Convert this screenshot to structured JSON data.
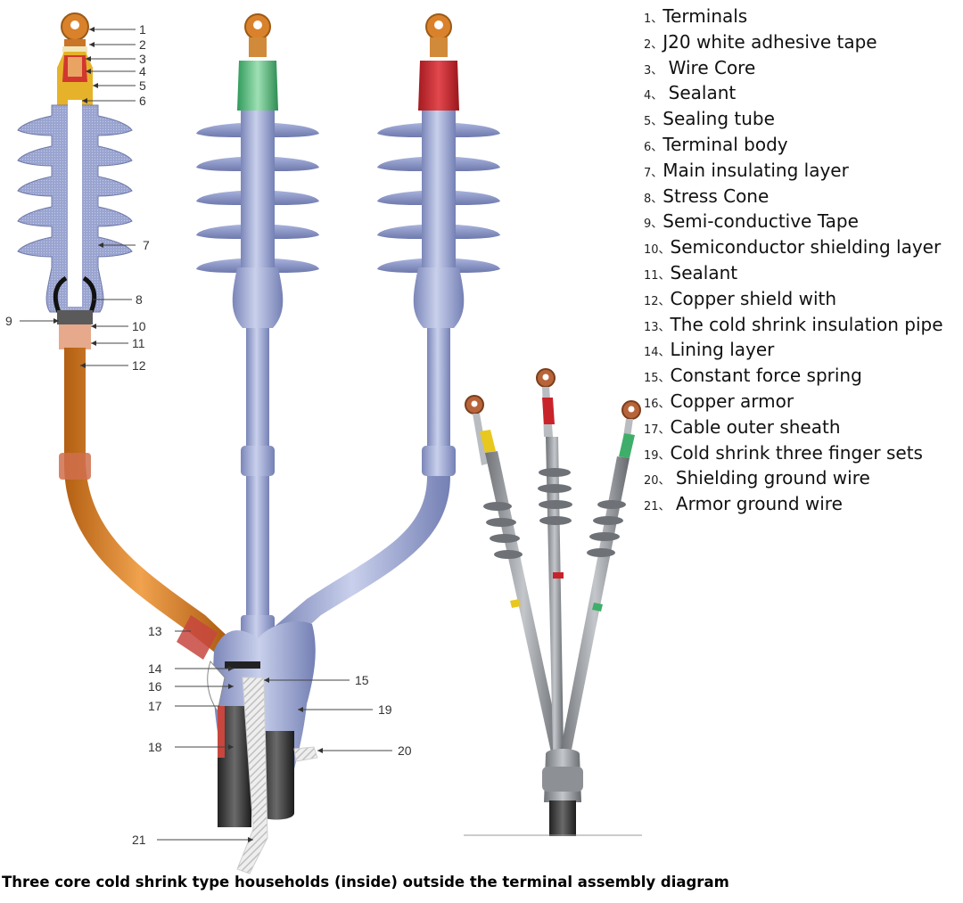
{
  "legend": [
    {
      "num": "1、",
      "text": "Terminals"
    },
    {
      "num": "2、",
      "text": "J20 white adhesive tape"
    },
    {
      "num": "3、",
      "text": " Wire Core"
    },
    {
      "num": "4、",
      "text": " Sealant"
    },
    {
      "num": "5、",
      "text": "Sealing tube"
    },
    {
      "num": "6、",
      "text": "Terminal body"
    },
    {
      "num": "7、",
      "text": "Main insulating layer"
    },
    {
      "num": "8、",
      "text": "Stress Cone"
    },
    {
      "num": "9、",
      "text": "Semi-conductive Tape"
    },
    {
      "num": "10、",
      "text": "Semiconductor shielding layer"
    },
    {
      "num": "11、",
      "text": "Sealant"
    },
    {
      "num": "12、",
      "text": "Copper shield with"
    },
    {
      "num": "13、",
      "text": "The cold shrink insulation pipe"
    },
    {
      "num": "14、",
      "text": "Lining layer"
    },
    {
      "num": "15、",
      "text": "Constant force spring"
    },
    {
      "num": "16、",
      "text": "Copper armor"
    },
    {
      "num": "17、",
      "text": "Cable outer sheath"
    },
    {
      "num": "19、",
      "text": "Cold shrink three finger sets"
    },
    {
      "num": "20、",
      "text": " Shielding ground wire"
    },
    {
      "num": "21、",
      "text": " Armor ground wire"
    }
  ],
  "callouts": [
    "1",
    "2",
    "3",
    "4",
    "5",
    "6",
    "7",
    "8",
    "9",
    "10",
    "11",
    "12",
    "13",
    "14",
    "15",
    "16",
    "17",
    "18",
    "19",
    "20",
    "21"
  ],
  "caption": "Three core  cold shrink type  households (inside) outside the terminal assembly diagram",
  "colors": {
    "insulator": "#8b96c4",
    "copper_shield": "#d4781e",
    "terminal_lug": "#d9822b",
    "phase_green": "#3fae6a",
    "phase_red": "#c8232a",
    "phase_yellow": "#e8c81e",
    "sheath": "#3a3a3a"
  }
}
